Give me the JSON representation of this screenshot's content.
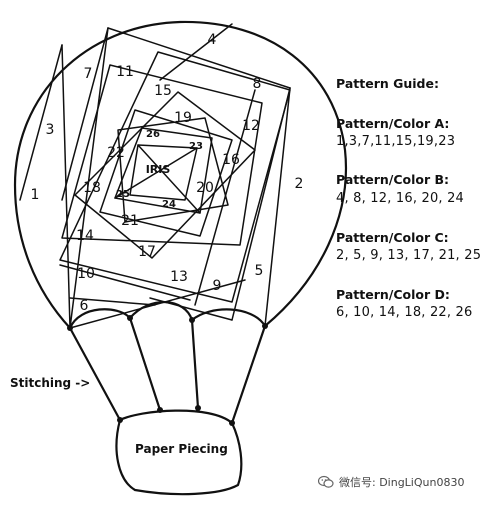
{
  "pattern_guide": {
    "title": "Pattern Guide:",
    "groups": [
      {
        "heading": "Pattern/Color A:",
        "pieces": "1,3,7,11,15,19,23"
      },
      {
        "heading": "Pattern/Color B:",
        "pieces": "4, 8, 12, 16, 20, 24"
      },
      {
        "heading": "Pattern/Color C:",
        "pieces": "2, 5, 9, 13, 17, 21, 25"
      },
      {
        "heading": "Pattern/Color D:",
        "pieces": "6, 10, 14, 18, 22, 26"
      }
    ]
  },
  "labels": {
    "stitching": "Stitching ->",
    "paper_piecing": "Paper Piecing",
    "center": "IRIS"
  },
  "pieces": [
    "1",
    "2",
    "3",
    "4",
    "5",
    "6",
    "7",
    "8",
    "9",
    "10",
    "11",
    "12",
    "13",
    "14",
    "15",
    "16",
    "17",
    "18",
    "19",
    "20",
    "21",
    "22",
    "23",
    "24",
    "25",
    "26"
  ],
  "watermark": {
    "text": "微信号: DingLiQun0830",
    "icon": "wechat-icon"
  }
}
